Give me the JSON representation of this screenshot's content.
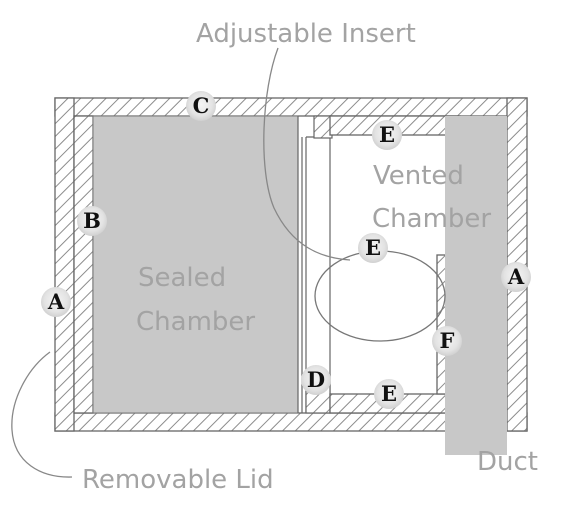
{
  "annotations": {
    "adjustable_insert": "Adjustable Insert",
    "removable_lid": "Removable Lid",
    "duct": "Duct",
    "sealed_line1": "Sealed",
    "sealed_line2": "Chamber",
    "vented_line1": "Vented",
    "vented_line2": "Chamber"
  },
  "callouts": {
    "a_left": "A",
    "a_right": "A",
    "b": "B",
    "c": "C",
    "d": "D",
    "e_top": "E",
    "e_mid": "E",
    "e_bottom": "E",
    "f": "F"
  },
  "colors": {
    "hatch": "#8c8c8c",
    "fill_gray": "#c8c8c8",
    "outline": "#666666",
    "label": "#a3a3a3",
    "marker": "#e6e6e6"
  }
}
